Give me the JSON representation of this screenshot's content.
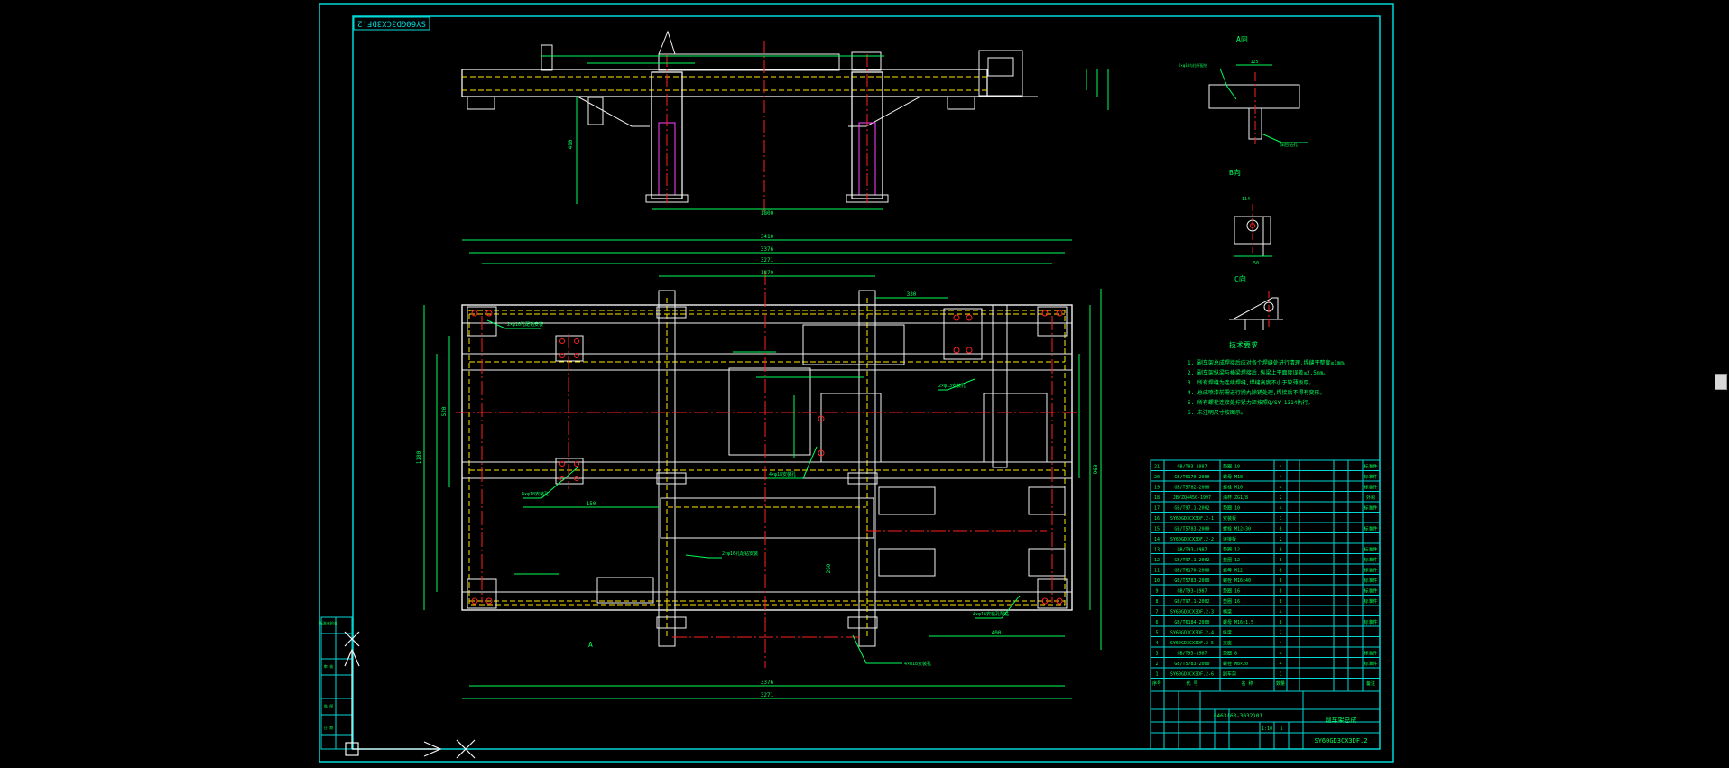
{
  "colors": {
    "background": "#000000",
    "frame": "#00d7d7",
    "outline": "#f2f2f2",
    "dimension": "#00ff5a",
    "centerline": "#ff2020",
    "hidden": "#ffe600",
    "part": "#ff40ff",
    "notes": "#00ff5a"
  },
  "title_block": {
    "drawing_no": "SY60GD3CX3DF.2",
    "corner_code": "SY60GD3CX3DF.2",
    "material": "6463(63-3032)01",
    "name": "副车架总成",
    "scale": "1:10",
    "sheet": "1"
  },
  "views": {
    "section_a": "A向",
    "section_b": "B向",
    "section_c": "C向",
    "tag_a": "A"
  },
  "notes": {
    "heading": "技术要求",
    "lines": [
      "1. 副车架总成焊接后应对各个焊缝处进行清理,焊缝平整度≤1mm。",
      "2. 副车架纵梁与横梁焊接后,纵梁上平面度误差≤2.5mm。",
      "3. 所有焊缝为连续焊缝,焊缝高度不小于较薄板厚。",
      "4. 总成喷漆前需进行抛丸除锈处理,焊接后不得有变形。",
      "5. 所有螺栓连接处拧紧力矩按照Q/SY 1314执行。",
      "6. 未注明尺寸按图示。"
    ]
  },
  "dimensions": {
    "overall_length": "3410",
    "inner_length_1": "3376",
    "inner_length_2": "3271",
    "center_span": "1870",
    "bottom_length_1": "3376",
    "bottom_length_2": "3271",
    "top_view_span": "1800",
    "top_height": "490",
    "width_1": "1180",
    "width_2": "960",
    "offset_1": "520",
    "offset_2": "400",
    "dim_a": "125",
    "dim_b": "114",
    "dim_c": "50",
    "dim_d": "260",
    "dim_e": "330",
    "dim_f": "150"
  },
  "leaders": {
    "l1": "2×φ10孔配钻安装",
    "l2": "4×φ18安装孔",
    "l3": "2×φ16孔配钻安装",
    "l4": "4×φ18安装孔",
    "l5": "2×φ13安装孔",
    "l6": "4×φ18安装孔",
    "l7": "4×φ16安装孔配钻",
    "l8": "焊后钻孔",
    "l9": "2×φ10与拉杆配钻"
  },
  "side_box": {
    "r1": "标准化检查",
    "r2": "审 核",
    "r3": "描 图",
    "r4": "日 期"
  },
  "bom_rows": [
    {
      "no": "21",
      "code": "GB/T93-1987",
      "name": "垫圈 10",
      "qty": "4",
      "note": "标准件"
    },
    {
      "no": "20",
      "code": "GB/T6170-2000",
      "name": "螺母 M10",
      "qty": "4",
      "note": "标准件"
    },
    {
      "no": "19",
      "code": "GB/T5782-2000",
      "name": "螺栓 M10",
      "qty": "4",
      "note": "标准件"
    },
    {
      "no": "18",
      "code": "JB/ZQ4450-1997",
      "name": "油杯 ZG1/8",
      "qty": "2",
      "note": "外购"
    },
    {
      "no": "17",
      "code": "GB/T97.1-2002",
      "name": "垫圈 10",
      "qty": "4",
      "note": "标准件"
    },
    {
      "no": "16",
      "code": "SY60GD3CX3DF.2-1",
      "name": "安装板",
      "qty": "1",
      "note": ""
    },
    {
      "no": "15",
      "code": "GB/T5783-2000",
      "name": "螺栓 M12×30",
      "qty": "8",
      "note": "标准件"
    },
    {
      "no": "14",
      "code": "SY60GD3CX3DF.2-2",
      "name": "连接板",
      "qty": "2",
      "note": ""
    },
    {
      "no": "13",
      "code": "GB/T93-1987",
      "name": "垫圈 12",
      "qty": "8",
      "note": "标准件"
    },
    {
      "no": "12",
      "code": "GB/T97.1-2002",
      "name": "垫圈 12",
      "qty": "8",
      "note": "标准件"
    },
    {
      "no": "11",
      "code": "GB/T6170-2000",
      "name": "螺母 M12",
      "qty": "8",
      "note": "标准件"
    },
    {
      "no": "10",
      "code": "GB/T5783-2000",
      "name": "螺栓 M16×40",
      "qty": "8",
      "note": "标准件"
    },
    {
      "no": "9",
      "code": "GB/T93-1987",
      "name": "垫圈 16",
      "qty": "8",
      "note": "标准件"
    },
    {
      "no": "8",
      "code": "GB/T97.1-2002",
      "name": "垫圈 16",
      "qty": "8",
      "note": "标准件"
    },
    {
      "no": "7",
      "code": "SY60GD3CX3DF.2-3",
      "name": "横梁",
      "qty": "4",
      "note": ""
    },
    {
      "no": "6",
      "code": "GB/T6184-2000",
      "name": "螺母 M16×1.5",
      "qty": "8",
      "note": "标准件"
    },
    {
      "no": "5",
      "code": "SY60GD3CX3DF.2-4",
      "name": "纵梁",
      "qty": "2",
      "note": ""
    },
    {
      "no": "4",
      "code": "SY60GD3CX3DF.2-5",
      "name": "支座",
      "qty": "4",
      "note": ""
    },
    {
      "no": "3",
      "code": "GB/T93-1987",
      "name": "垫圈 8",
      "qty": "4",
      "note": "标准件"
    },
    {
      "no": "2",
      "code": "GB/T5783-2000",
      "name": "螺栓 M8×20",
      "qty": "4",
      "note": "标准件"
    },
    {
      "no": "1",
      "code": "SY60GD3CX3DF.2-6",
      "name": "副车架",
      "qty": "1",
      "note": ""
    }
  ],
  "bom_header": {
    "no": "序号",
    "code": "代 号",
    "name": "名 称",
    "qty": "数量",
    "note": "备注"
  }
}
